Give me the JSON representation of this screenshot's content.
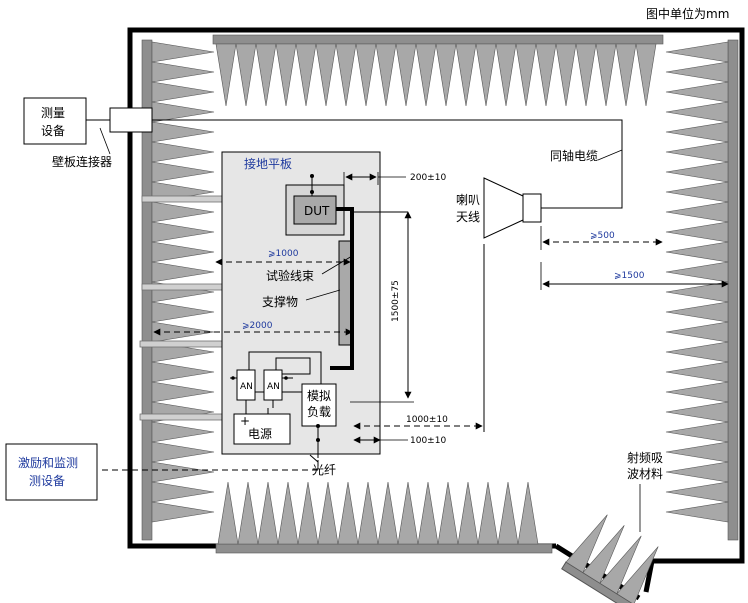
{
  "unit_note": "图中单位为mm",
  "labels": {
    "measure_line1": "测量",
    "measure_line2": "设备",
    "wall_connector": "壁板连接器",
    "ground_plane": "接地平板",
    "dut": "DUT",
    "horn_line1": "喇叭",
    "horn_line2": "天线",
    "coax": "同轴电缆",
    "test_harness": "试验线束",
    "support": "支撑物",
    "an1": "AN",
    "an2": "AN",
    "load_line1": "模拟",
    "load_line2": "负载",
    "power": "电源",
    "plus": "+",
    "fiber": "光纤",
    "stim_line1": "激励和监测",
    "stim_line2": "测设备",
    "absorber_line1": "射频吸",
    "absorber_line2": "波材料"
  },
  "dimensions": {
    "d200": "200±10",
    "d500": "⩾500",
    "d1500": "⩾1500",
    "d1000": "⩾1000",
    "d2000": "⩾2000",
    "d1500v": "1500±75",
    "d1000h": "1000±10",
    "d100": "100±10"
  }
}
